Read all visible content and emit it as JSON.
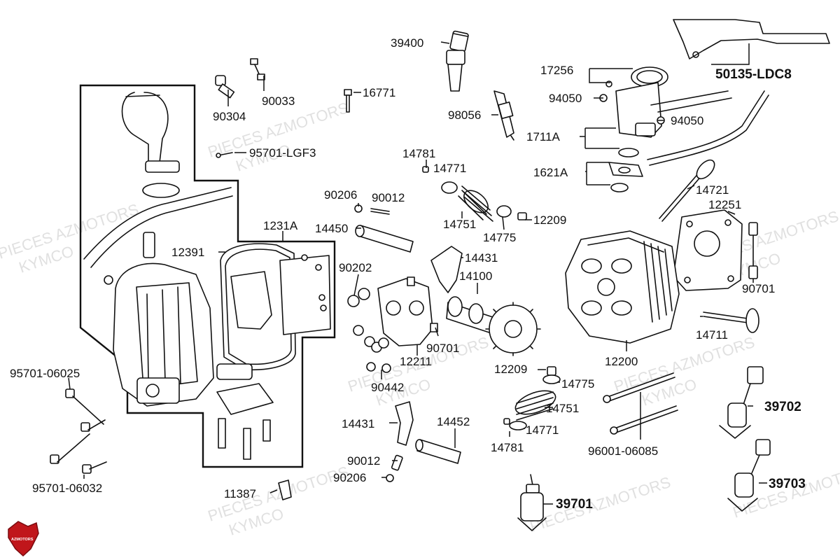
{
  "watermark": {
    "line1": "PIECES AZMOTORS",
    "line2": "KYMCO"
  },
  "logo": {
    "text": "AZMOTORS",
    "color": "#c0161b"
  },
  "labels": [
    {
      "id": "50135-LDC8",
      "text": "50135-LDC8"
    },
    {
      "id": "39400",
      "text": "39400"
    },
    {
      "id": "17256",
      "text": "17256"
    },
    {
      "id": "94050a",
      "text": "94050"
    },
    {
      "id": "94050b",
      "text": "94050"
    },
    {
      "id": "90033",
      "text": "90033"
    },
    {
      "id": "90304",
      "text": "90304"
    },
    {
      "id": "16771",
      "text": "16771"
    },
    {
      "id": "98056",
      "text": "98056"
    },
    {
      "id": "1711A",
      "text": "1711A"
    },
    {
      "id": "95701-LGF3",
      "text": "95701-LGF3"
    },
    {
      "id": "14781a",
      "text": "14781"
    },
    {
      "id": "14771a",
      "text": "14771"
    },
    {
      "id": "1621A",
      "text": "1621A"
    },
    {
      "id": "14721",
      "text": "14721"
    },
    {
      "id": "90206a",
      "text": "90206"
    },
    {
      "id": "90012a",
      "text": "90012"
    },
    {
      "id": "12251",
      "text": "12251"
    },
    {
      "id": "12209a",
      "text": "12209"
    },
    {
      "id": "14751a",
      "text": "14751"
    },
    {
      "id": "14775a",
      "text": "14775"
    },
    {
      "id": "1231A",
      "text": "1231A"
    },
    {
      "id": "14450",
      "text": "14450"
    },
    {
      "id": "12391",
      "text": "12391"
    },
    {
      "id": "14431a",
      "text": "14431"
    },
    {
      "id": "90202",
      "text": "90202"
    },
    {
      "id": "14100",
      "text": "14100"
    },
    {
      "id": "90701a",
      "text": "90701"
    },
    {
      "id": "14711",
      "text": "14711"
    },
    {
      "id": "90701b",
      "text": "90701"
    },
    {
      "id": "12211",
      "text": "12211"
    },
    {
      "id": "12200",
      "text": "12200"
    },
    {
      "id": "95701-06025",
      "text": "95701-06025"
    },
    {
      "id": "12209b",
      "text": "12209"
    },
    {
      "id": "14775b",
      "text": "14775"
    },
    {
      "id": "90442",
      "text": "90442"
    },
    {
      "id": "14751b",
      "text": "14751"
    },
    {
      "id": "39702",
      "text": "39702"
    },
    {
      "id": "14431b",
      "text": "14431"
    },
    {
      "id": "14452",
      "text": "14452"
    },
    {
      "id": "14771b",
      "text": "14771"
    },
    {
      "id": "14781b",
      "text": "14781"
    },
    {
      "id": "96001-06085",
      "text": "96001-06085"
    },
    {
      "id": "90012b",
      "text": "90012"
    },
    {
      "id": "90206b",
      "text": "90206"
    },
    {
      "id": "95701-06032",
      "text": "95701-06032"
    },
    {
      "id": "39703",
      "text": "39703"
    },
    {
      "id": "11387",
      "text": "11387"
    },
    {
      "id": "39701",
      "text": "39701"
    }
  ]
}
